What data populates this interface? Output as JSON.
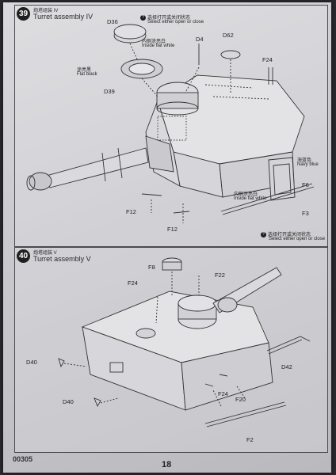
{
  "steps": [
    {
      "number": "39",
      "title_cn": "炮塔组装 IV",
      "title_en": "Turret assembly IV",
      "labels": {
        "d36": "D36",
        "d4": "D4",
        "d62": "D62",
        "f24": "F24",
        "d39": "D39",
        "f6": "F6",
        "f3": "F3",
        "f12a": "F12",
        "f12b": "F12"
      },
      "notes": {
        "select_cn": "选择打开或关闭状态",
        "select_en": "Select either open or close",
        "inside_flat_white_cn": "内侧涂亮白",
        "inside_flat_white_en": "Inside flat white",
        "flat_black_cn": "涂亮黑",
        "flat_black_en": "Flat black",
        "navy_blue_cn": "海蓝色",
        "navy_blue_en": "Navy blue",
        "inside_flat_white2_cn": "内侧涂亮白",
        "inside_flat_white2_en": "Inside flat white",
        "select2_cn": "选择打开或关闭状态",
        "select2_en": "Select either open or close"
      }
    },
    {
      "number": "40",
      "title_cn": "炮塔组装 V",
      "title_en": "Turret assembly V",
      "labels": {
        "f8": "F8",
        "f24": "F24",
        "f22": "F22",
        "d40a": "D40",
        "d40b": "D40",
        "d42": "D42",
        "f24b": "F24",
        "f20": "F20",
        "f2": "F2"
      }
    }
  ],
  "footer": {
    "code": "00305",
    "page": "18"
  }
}
